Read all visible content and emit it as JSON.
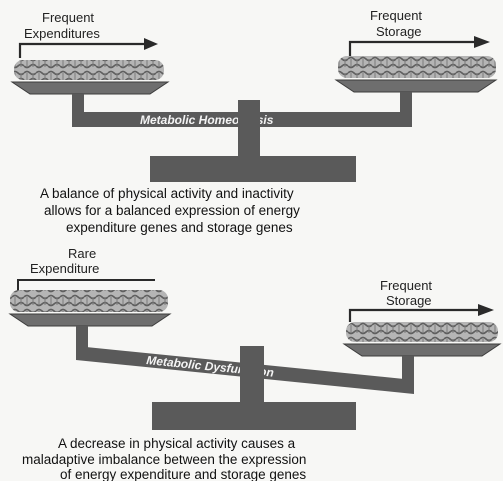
{
  "top_panel": {
    "left_label": [
      "Frequent",
      "Expenditures"
    ],
    "right_label": [
      "Frequent",
      "Storage"
    ],
    "beam_label": "Metabolic Homeostasis",
    "caption": [
      "A balance of physical activity and inactivity",
      "allows for a balanced expression of energy",
      "expenditure genes and storage genes"
    ]
  },
  "bottom_panel": {
    "left_label": [
      "Rare",
      "Expenditure"
    ],
    "right_label": [
      "Frequent",
      "Storage"
    ],
    "beam_label": "Metabolic Dysfunction",
    "caption": [
      "A decrease in physical activity causes a",
      "maladaptive imbalance between the expression",
      "of energy expenditure and storage genes"
    ]
  },
  "colors": {
    "scale": "#5a5a5a",
    "pan": "#6e6e6e",
    "dna": "#9a9a9a",
    "ink": "#222222"
  },
  "icons": [
    "dna-strand-icon",
    "arrow-right-icon",
    "balance-scale-icon"
  ]
}
